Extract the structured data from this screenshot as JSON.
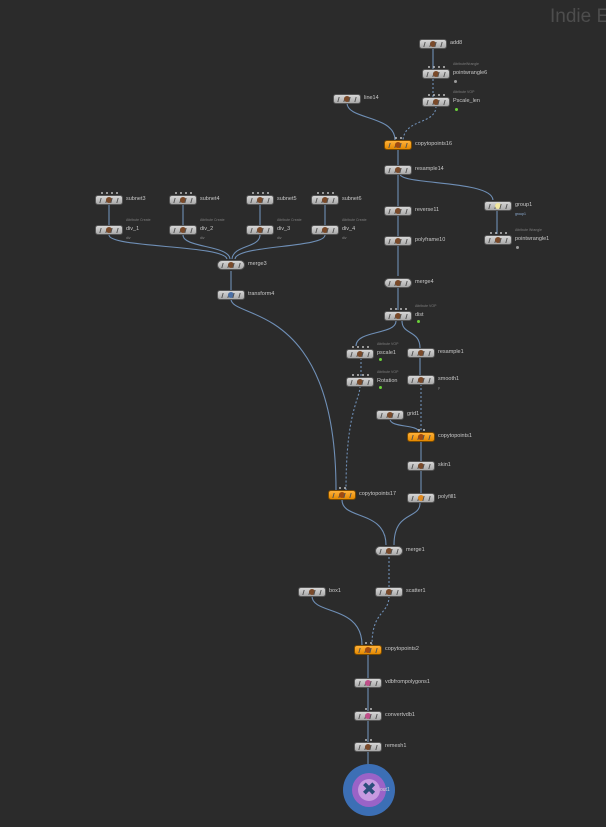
{
  "watermark": "Indie E",
  "nodes": {
    "add8": {
      "label": "add8"
    },
    "pointwrangle6": {
      "label": "pointwrangle6",
      "sub": "AttributeWrangle"
    },
    "scale_len": {
      "label": "Pscale_len",
      "sub": "Attribute VOP"
    },
    "line14": {
      "label": "line14"
    },
    "copytopoints16": {
      "label": "copytopoints16"
    },
    "resample14": {
      "label": "resample14"
    },
    "reverse11": {
      "label": "reverse11"
    },
    "group1": {
      "label": "group1",
      "note": "group1"
    },
    "pointwrangle1": {
      "label": "pointwrangle1",
      "sub": "Attribute Wrangle"
    },
    "polyframe10": {
      "label": "polyframe10"
    },
    "merge4": {
      "label": "merge4"
    },
    "dist": {
      "label": "dist",
      "sub": "Attribute VOP"
    },
    "subnet3": {
      "label": "subnet3"
    },
    "subnet4": {
      "label": "subnet4"
    },
    "subnet5": {
      "label": "subnet5"
    },
    "subnet6": {
      "label": "subnet6"
    },
    "div_1": {
      "label": "div_1",
      "sub": "Attribute Create",
      "note": "div"
    },
    "div_2": {
      "label": "div_2",
      "sub": "Attribute Create",
      "note": "div"
    },
    "div_3": {
      "label": "div_3",
      "sub": "Attribute Create",
      "note": "div"
    },
    "div_4": {
      "label": "div_4",
      "sub": "Attribute Create",
      "note": "div"
    },
    "merge3": {
      "label": "merge3"
    },
    "transform4": {
      "label": "transform4"
    },
    "pscale1": {
      "label": "pscale1",
      "sub": "Attribute VOP"
    },
    "rotation": {
      "label": "Rotation",
      "sub": "Attribute VOP"
    },
    "resample1": {
      "label": "resample1"
    },
    "smooth1": {
      "label": "smooth1",
      "note": "p"
    },
    "grid1": {
      "label": "grid1"
    },
    "copytopoints1": {
      "label": "copytopoints1"
    },
    "skin1": {
      "label": "skin1"
    },
    "polyfill1": {
      "label": "polyfill1"
    },
    "copytopoints17": {
      "label": "copytopoints17"
    },
    "merge1": {
      "label": "merge1"
    },
    "box1": {
      "label": "box1"
    },
    "scatter1": {
      "label": "scatter1"
    },
    "copytopoints2": {
      "label": "copytopoints2"
    },
    "vdbfrompolygons1": {
      "label": "vdbfrompolygons1"
    },
    "convertvdb1": {
      "label": "convertvdb1"
    },
    "remesh1": {
      "label": "remesh1"
    },
    "out1": {
      "label": "out1"
    }
  },
  "colors": {
    "background": "#2b2b2b",
    "wire": "#6f8fb6",
    "node": "#c7c7c7",
    "node_selected_orange": "#f5a21b",
    "output_ring": "#3c6fb5",
    "output_inner": "#9a63c7",
    "display_flag_green": "#6bd13a"
  },
  "icons": {
    "output_node": "output-null-icon"
  }
}
